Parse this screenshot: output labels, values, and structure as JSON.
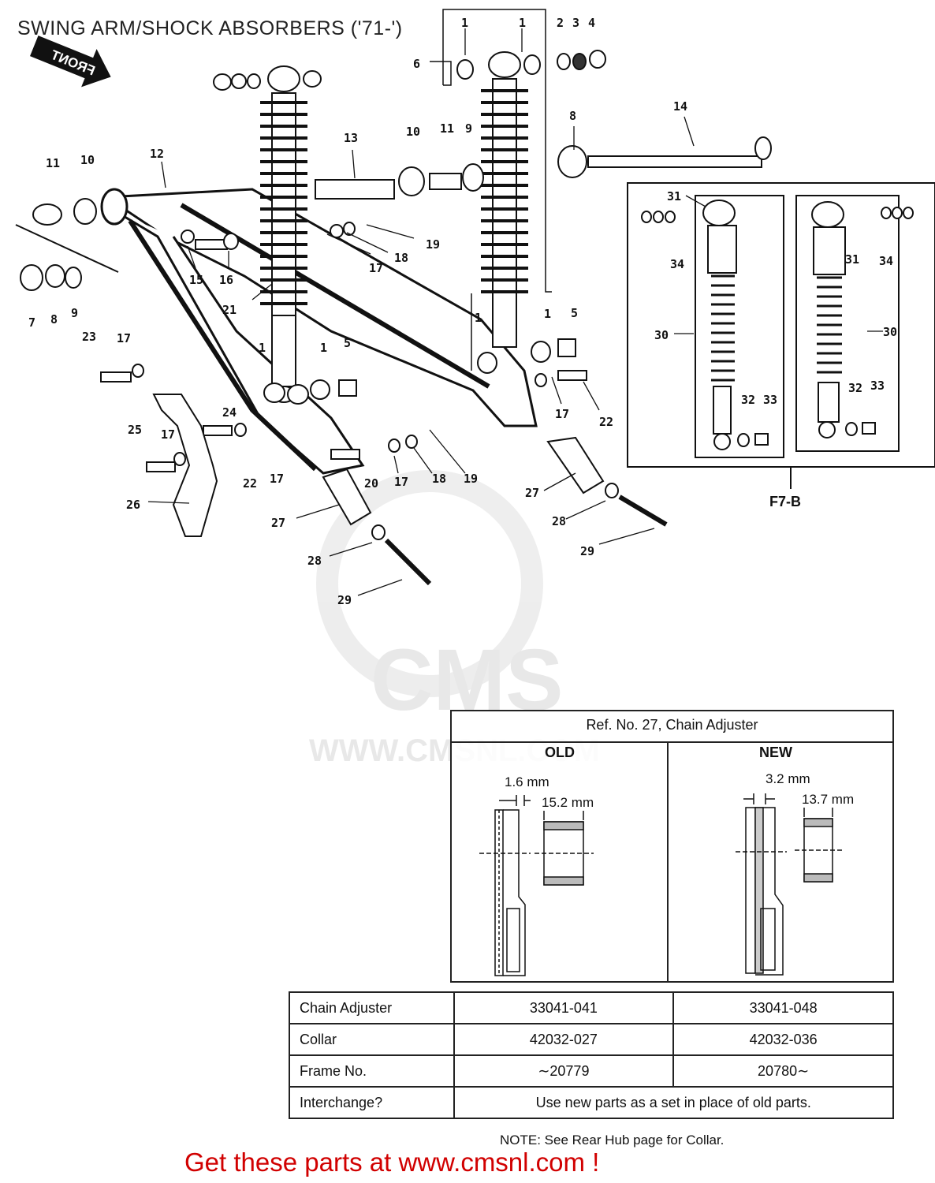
{
  "title": "SWING ARM/SHOCK ABSORBERS ('71-')",
  "front_label": "FRONT",
  "inset_label": "F7-B",
  "callouts": {
    "c1a": "1",
    "c1b": "1",
    "c2": "2",
    "c3": "3",
    "c4": "4",
    "c6": "6",
    "c8": "8",
    "c14": "14",
    "c11a": "11",
    "c10a": "10",
    "c12": "12",
    "c13": "13",
    "c10b": "10",
    "c11b": "11",
    "c9a": "9",
    "c7": "7",
    "c8b": "8",
    "c9b": "9",
    "c15": "15",
    "c16": "16",
    "c17a": "17",
    "c18a": "18",
    "c19a": "19",
    "c21": "21",
    "c1c": "1",
    "c1d": "1",
    "c1e": "1",
    "c1f": "1",
    "c5a": "5",
    "c5b": "5",
    "c23": "23",
    "c17b": "17",
    "c24": "24",
    "c25": "25",
    "c17c": "17",
    "c22a": "22",
    "c17d": "17",
    "c26": "26",
    "c20": "20",
    "c17e": "17",
    "c18b": "18",
    "c19b": "19",
    "c17f": "17",
    "c22b": "22",
    "c27a": "27",
    "c27b": "27",
    "c28a": "28",
    "c28b": "28",
    "c29a": "29",
    "c29b": "29",
    "c31a": "31",
    "c34a": "34",
    "c30a": "30",
    "c32a": "32",
    "c33a": "33",
    "c31b": "31",
    "c34b": "34",
    "c30b": "30",
    "c32b": "32",
    "c33b": "33"
  },
  "watermark": {
    "brand": "CMS",
    "site": "WWW.CMSNL.COM"
  },
  "ref_table": {
    "title": "Ref. No. 27, Chain Adjuster",
    "old_label": "OLD",
    "new_label": "NEW",
    "old_thickness": "1.6 mm",
    "old_collar": "15.2 mm",
    "new_thickness": "3.2 mm",
    "new_collar": "13.7 mm"
  },
  "specs": {
    "chain_adjuster": {
      "label": "Chain Adjuster",
      "old": "33041-041",
      "new": "33041-048"
    },
    "collar": {
      "label": "Collar",
      "old": "42032-027",
      "new": "42032-036"
    },
    "frame_no": {
      "label": "Frame No.",
      "old": "∼20779",
      "new": "20780∼"
    },
    "interchange": {
      "label": "Interchange?",
      "answer": "Use new parts as a set in place of old parts."
    }
  },
  "note": "NOTE: See Rear Hub page for Collar.",
  "promo": "Get these parts at www.cmsnl.com !"
}
